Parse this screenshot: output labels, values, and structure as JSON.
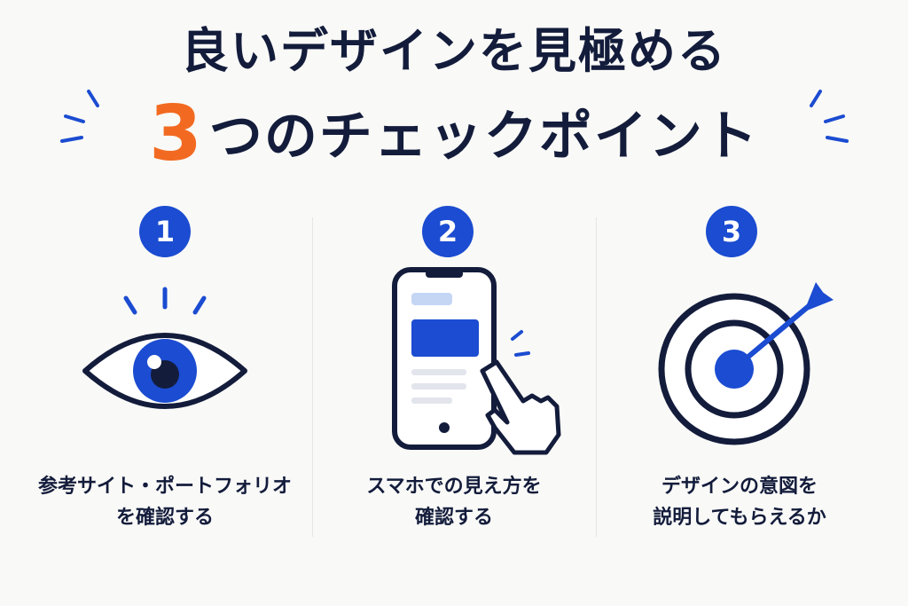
{
  "title": {
    "line1": "良いデザインを見極める",
    "number": "3",
    "line2_rest": "つのチェックポイント"
  },
  "colors": {
    "accent_blue": "#1B4CD1",
    "accent_orange": "#F26A21",
    "navy": "#131C3B",
    "background": "#F9F9F7"
  },
  "points": [
    {
      "number": "1",
      "icon": "eye-icon",
      "caption_line1": "参考サイト・ポートフォリオ",
      "caption_line2": "を確認する"
    },
    {
      "number": "2",
      "icon": "smartphone-tap-icon",
      "caption_line1": "スマホでの見え方を",
      "caption_line2": "確認する"
    },
    {
      "number": "3",
      "icon": "target-arrow-icon",
      "caption_line1": "デザインの意図を",
      "caption_line2": "説明してもらえるか"
    }
  ]
}
